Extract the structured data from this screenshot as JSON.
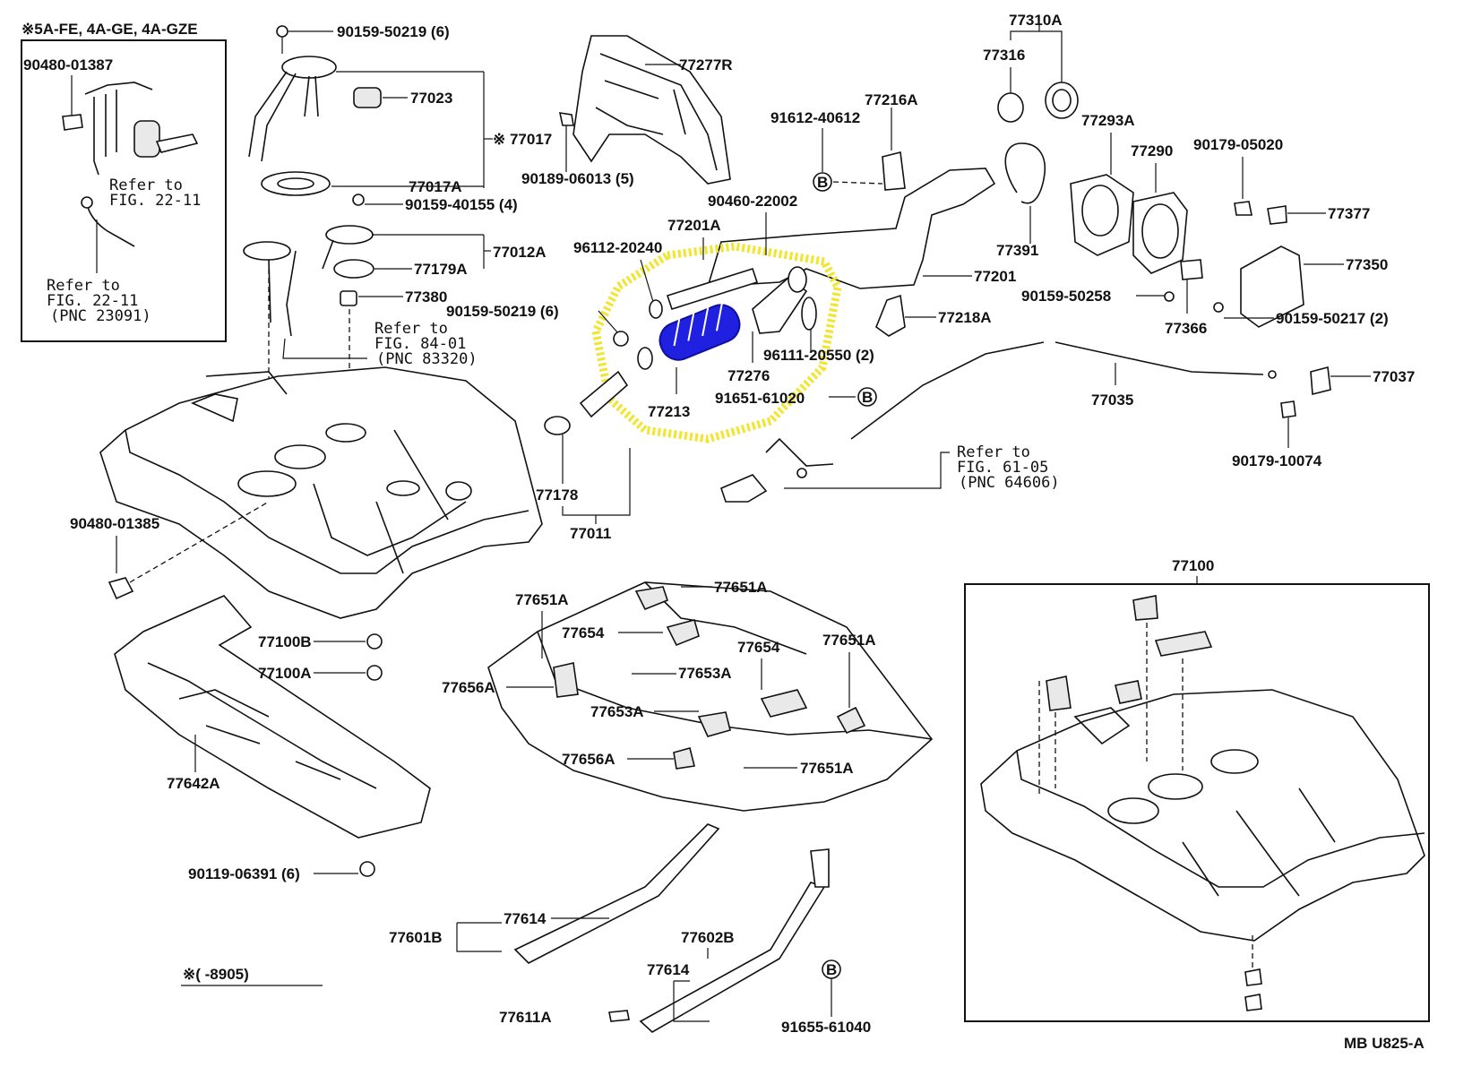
{
  "engine_note": "※5A-FE, 4A-GE, 4A-GZE",
  "date_note": "※(     -8905)",
  "footer_code": "MB U825-A",
  "circle_marker": "B",
  "refs": {
    "fig_22_11_a": [
      "Refer to",
      "FIG. 22-11"
    ],
    "fig_22_11_b": [
      "Refer to",
      "FIG. 22-11",
      "(PNC 23091)"
    ],
    "fig_84_01": [
      "Refer to",
      "FIG. 84-01",
      "(PNC 83320)"
    ],
    "fig_61_05": [
      "Refer to",
      "FIG. 61-05",
      "(PNC 64606)"
    ]
  },
  "labels": {
    "p90480_01387": "90480-01387",
    "p90159_50219_top": "90159-50219 (6)",
    "p77023": "77023",
    "p77017": "※ 77017",
    "p77017A": "77017A",
    "p90159_40155": "90159-40155 (4)",
    "p77012A": "77012A",
    "p77179A": "77179A",
    "p77380": "77380",
    "p77277R": "77277R",
    "p90189_06013": "90189-06013 (5)",
    "p91612_40612": "91612-40612",
    "p77216A": "77216A",
    "p77310A": "77310A",
    "p77316": "77316",
    "p77293A": "77293A",
    "p77290": "77290",
    "p90179_05020": "90179-05020",
    "p77377": "77377",
    "p77350": "77350",
    "p90159_50258": "90159-50258",
    "p77366": "77366",
    "p90159_50217": "90159-50217 (2)",
    "p77391": "77391",
    "p77201": "77201",
    "p90460_22002": "90460-22002",
    "p77201A": "77201A",
    "p96112_20240": "96112-20240",
    "p90159_50219_mid": "90159-50219 (6)",
    "p96111_20550": "96111-20550 (2)",
    "p77276": "77276",
    "p77213": "77213",
    "p91651_61020": "91651-61020",
    "p77218A": "77218A",
    "p77035": "77035",
    "p77037": "77037",
    "p90179_10074": "90179-10074",
    "p77178": "77178",
    "p77011": "77011",
    "p90480_01385": "90480-01385",
    "p77100B": "77100B",
    "p77100A": "77100A",
    "p77642A": "77642A",
    "p90119_06391": "90119-06391 (6)",
    "p77651A_1": "77651A",
    "p77651A_2": "77651A",
    "p77651A_3": "77651A",
    "p77651A_4": "77651A",
    "p77654_1": "77654",
    "p77654_2": "77654",
    "p77656A_1": "77656A",
    "p77656A_2": "77656A",
    "p77653A_1": "77653A",
    "p77653A_2": "77653A",
    "p77614_1": "77614",
    "p77614_2": "77614",
    "p77601B": "77601B",
    "p77602B": "77602B",
    "p77611A": "77611A",
    "p91655_61040": "91655-61040",
    "p77100": "77100"
  },
  "highlight_colors": {
    "marker": "#f2e530",
    "part": "#2020e0"
  }
}
